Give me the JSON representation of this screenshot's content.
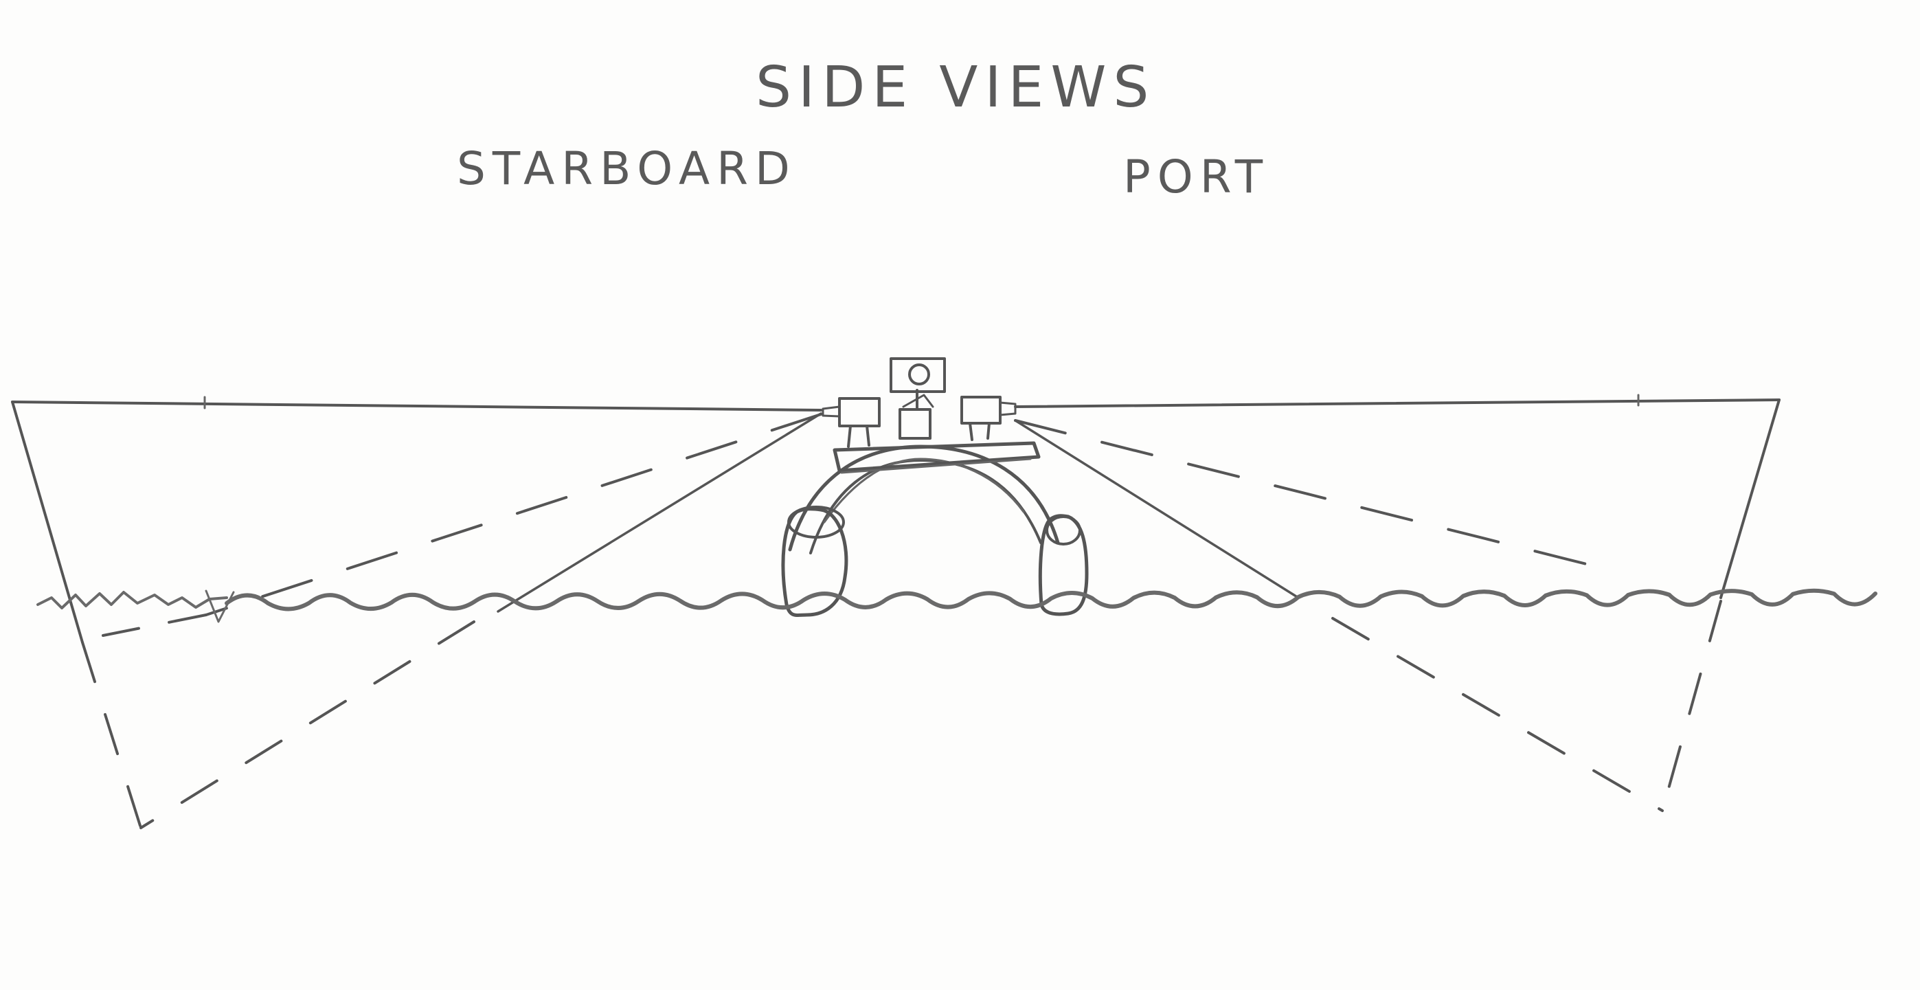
{
  "title": "SIDE VIEWS",
  "labels": {
    "starboard": "STARBOARD",
    "port": "PORT"
  },
  "colors": {
    "pencil": "#555555",
    "pencil_light": "#8a8a8a",
    "paper": "#fdfdfc"
  }
}
